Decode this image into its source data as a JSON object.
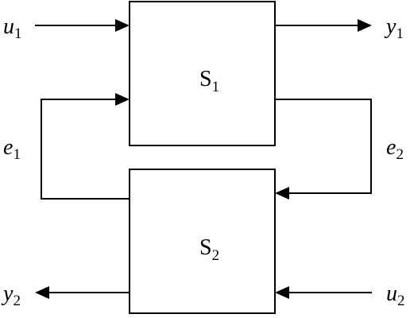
{
  "blocks": {
    "s1": {
      "main": "S",
      "sub": "1"
    },
    "s2": {
      "main": "S",
      "sub": "2"
    }
  },
  "signals": {
    "u1": {
      "main": "u",
      "sub": "1"
    },
    "y1": {
      "main": "y",
      "sub": "1"
    },
    "e1": {
      "main": "e",
      "sub": "1"
    },
    "e2": {
      "main": "e",
      "sub": "2"
    },
    "y2": {
      "main": "y",
      "sub": "2"
    },
    "u2": {
      "main": "u",
      "sub": "2"
    }
  },
  "colors": {
    "stroke": "#000000",
    "background": "#ffffff"
  }
}
